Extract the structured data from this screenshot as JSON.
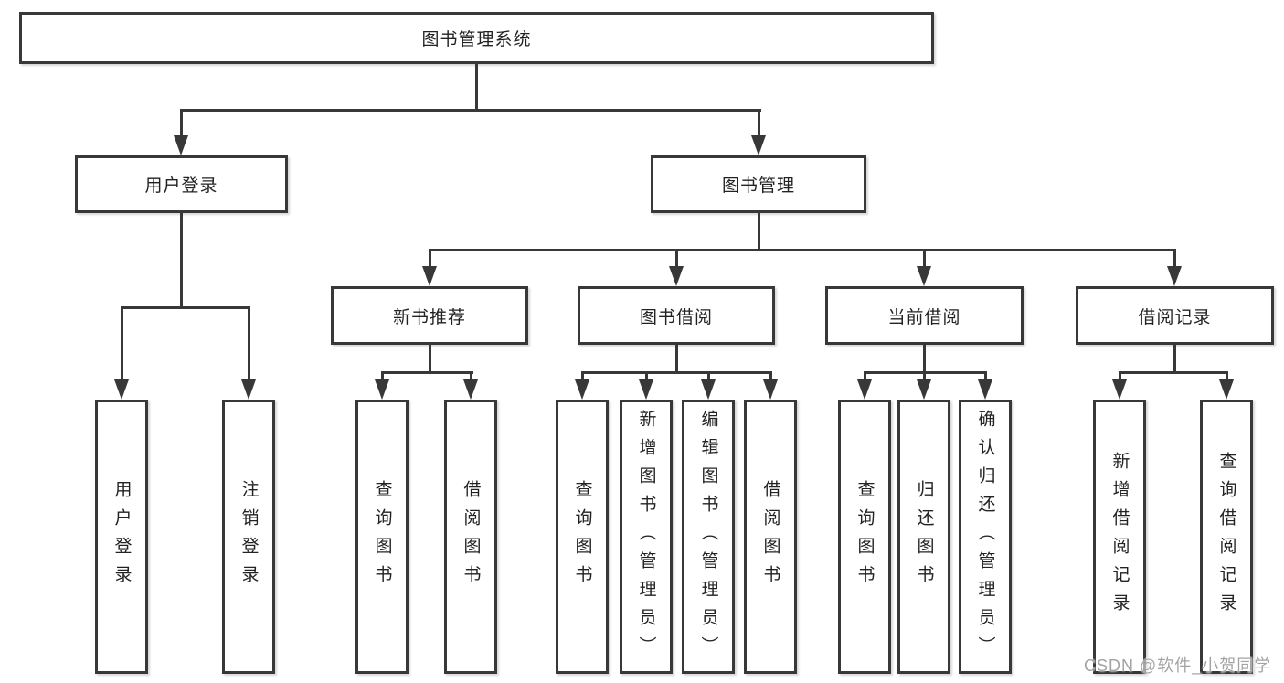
{
  "tree": {
    "label": "图书管理系统",
    "children": [
      {
        "label": "用户登录",
        "children": [
          {
            "label": "用户登录"
          },
          {
            "label": "注销登录"
          }
        ]
      },
      {
        "label": "图书管理",
        "children": [
          {
            "label": "新书推荐",
            "children": [
              {
                "label": "查询图书"
              },
              {
                "label": "借阅图书"
              }
            ]
          },
          {
            "label": "图书借阅",
            "children": [
              {
                "label": "查询图书"
              },
              {
                "label": "新增图书（管理员）"
              },
              {
                "label": "编辑图书（管理员）"
              },
              {
                "label": "借阅图书"
              }
            ]
          },
          {
            "label": "当前借阅",
            "children": [
              {
                "label": "查询图书"
              },
              {
                "label": "归还图书"
              },
              {
                "label": "确认归还（管理员）"
              }
            ]
          },
          {
            "label": "借阅记录",
            "children": [
              {
                "label": "新增借阅记录"
              },
              {
                "label": "查询借阅记录"
              }
            ]
          }
        ]
      }
    ]
  },
  "watermark": "CSDN @软件_小贺同学",
  "colors": {
    "line": "#383838",
    "box_border": "#383838",
    "text": "#222222",
    "watermark": "#a3a3a3",
    "background": "#ffffff"
  }
}
